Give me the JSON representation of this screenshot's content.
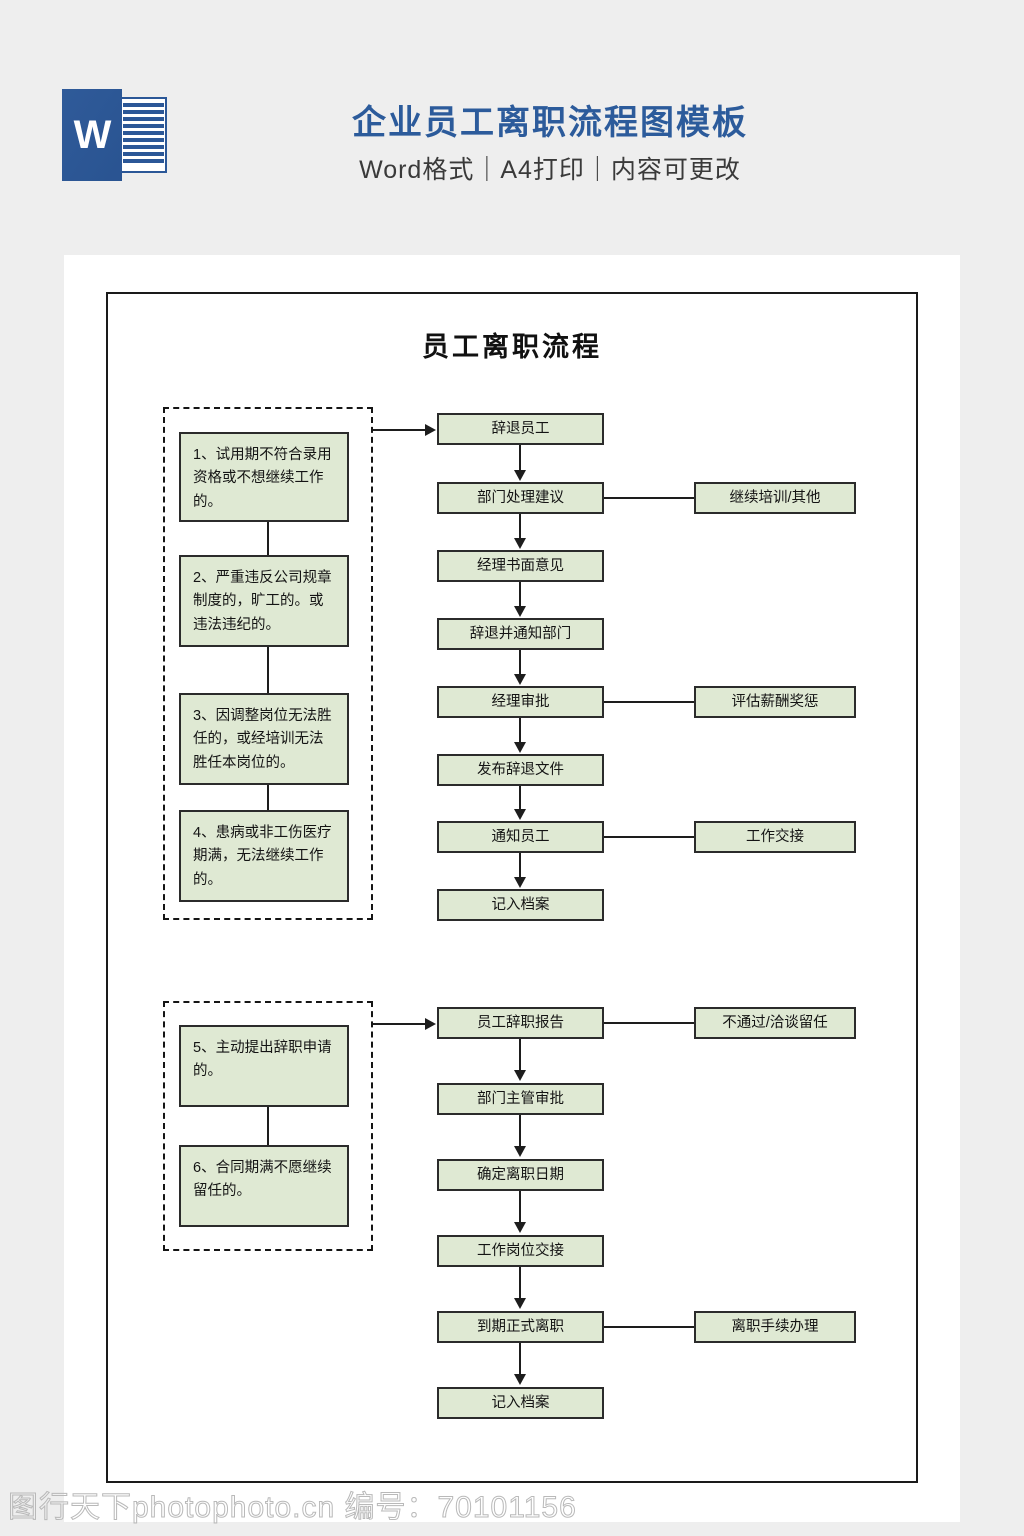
{
  "header": {
    "logo_icon": "word-document-icon",
    "logo_letter": "W",
    "title": "企业员工离职流程图模板",
    "subtitle": "Word格式｜A4打印｜内容可更改",
    "title_color": "#2c5b9b",
    "logo_color": "#2b5797"
  },
  "document": {
    "title": "员工离职流程",
    "node_fill": "#dfe9d3",
    "node_border": "#2b2b2b"
  },
  "section1": {
    "group_label": "dismissal-reasons-group",
    "reasons": [
      {
        "id": "reason-1",
        "text": "1、试用期不符合录用资格或不想继续工作的。"
      },
      {
        "id": "reason-2",
        "text": "2、严重违反公司规章制度的，旷工的。或违法违纪的。"
      },
      {
        "id": "reason-3",
        "text": "3、因调整岗位无法胜任的，或经培训无法胜任本岗位的。"
      },
      {
        "id": "reason-4",
        "text": "4、患病或非工伤医疗期满，无法继续工作的。"
      }
    ],
    "steps": [
      {
        "id": "step-dismiss-employee",
        "text": "辞退员工"
      },
      {
        "id": "step-department-advice",
        "text": "部门处理建议"
      },
      {
        "id": "step-manager-written-opinion",
        "text": "经理书面意见"
      },
      {
        "id": "step-dismiss-notify-department",
        "text": "辞退并通知部门"
      },
      {
        "id": "step-manager-approval",
        "text": "经理审批"
      },
      {
        "id": "step-issue-dismissal-doc",
        "text": "发布辞退文件"
      },
      {
        "id": "step-notify-employee",
        "text": "通知员工"
      },
      {
        "id": "step-record-archive",
        "text": "记入档案"
      }
    ],
    "branches": [
      {
        "id": "branch-continue-training",
        "text": "继续培训/其他",
        "from": "step-department-advice"
      },
      {
        "id": "branch-evaluate-compensation",
        "text": "评估薪酬奖惩",
        "from": "step-manager-approval"
      },
      {
        "id": "branch-work-handover",
        "text": "工作交接",
        "from": "step-notify-employee"
      }
    ]
  },
  "section2": {
    "group_label": "resignation-reasons-group",
    "reasons": [
      {
        "id": "reason-5",
        "text": "5、主动提出辞职申请的。"
      },
      {
        "id": "reason-6",
        "text": "6、合同期满不愿继续留任的。"
      }
    ],
    "steps": [
      {
        "id": "step-resignation-report",
        "text": "员工辞职报告"
      },
      {
        "id": "step-supervisor-approval",
        "text": "部门主管审批"
      },
      {
        "id": "step-confirm-leave-date",
        "text": "确定离职日期"
      },
      {
        "id": "step-position-handover",
        "text": "工作岗位交接"
      },
      {
        "id": "step-official-departure",
        "text": "到期正式离职"
      },
      {
        "id": "step-record-archive-2",
        "text": "记入档案"
      }
    ],
    "branches": [
      {
        "id": "branch-not-approved-retain",
        "text": "不通过/洽谈留任",
        "from": "step-resignation-report"
      },
      {
        "id": "branch-departure-formalities",
        "text": "离职手续办理",
        "from": "step-official-departure"
      }
    ]
  },
  "footer": {
    "watermark": "图行天下photophoto.cn 编号：70101156"
  }
}
